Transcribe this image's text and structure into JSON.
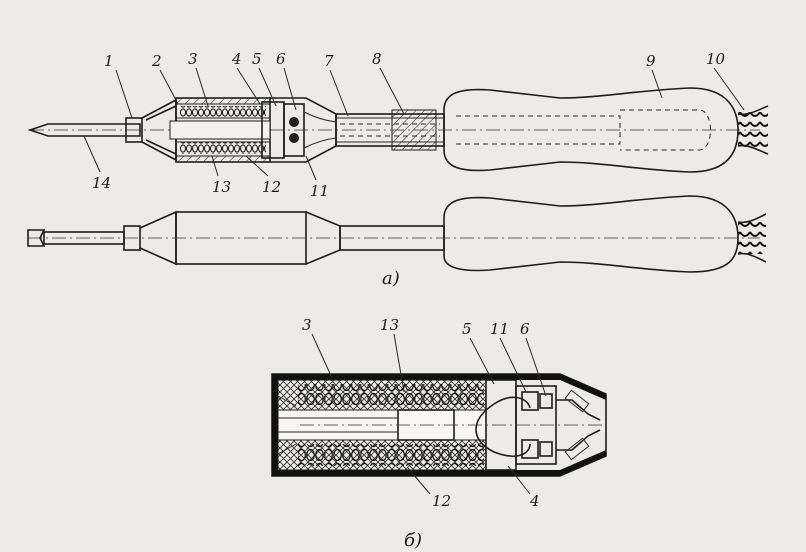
{
  "figure": {
    "view_a": {
      "caption": "а)",
      "labels": [
        "1",
        "2",
        "3",
        "4",
        "5",
        "6",
        "7",
        "8",
        "9",
        "10",
        "14",
        "13",
        "12",
        "11"
      ]
    },
    "view_b": {
      "caption": "б)",
      "labels": [
        "3",
        "13",
        "5",
        "11",
        "6",
        "12",
        "4"
      ]
    }
  }
}
